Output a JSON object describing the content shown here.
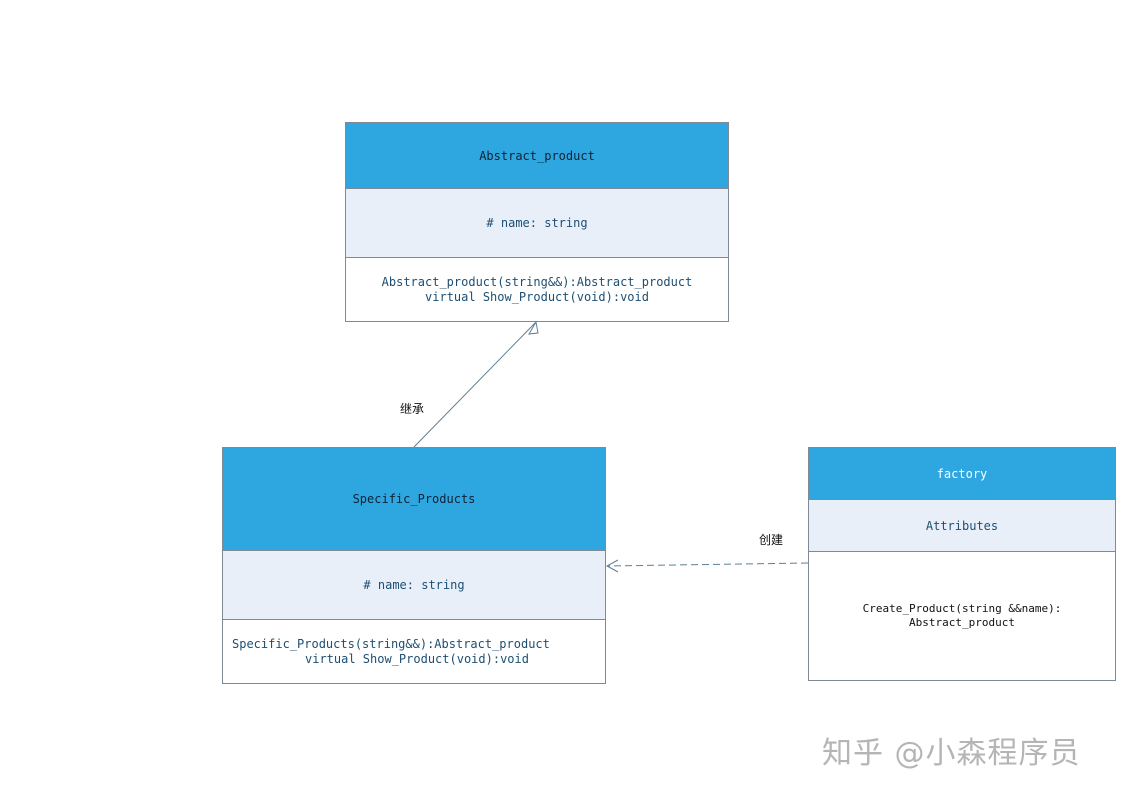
{
  "classes": {
    "abstract": {
      "name": "Abstract_product",
      "attributes": "# name: string",
      "operations": [
        "Abstract_product(string&&):Abstract_product",
        "virtual Show_Product(void):void"
      ]
    },
    "specific": {
      "name": "Specific_Products",
      "attributes": "# name: string",
      "operations": [
        "Specific_Products(string&&):Abstract_product",
        "virtual Show_Product(void):void"
      ]
    },
    "factory": {
      "name": "factory",
      "attributes": "Attributes",
      "operations": [
        "Create_Product(string &&name):",
        "Abstract_product"
      ]
    }
  },
  "relations": {
    "inherit_label": "继承",
    "create_label": "创建"
  },
  "colors": {
    "header": "#2ea7e0",
    "attributes_bg": "#e8eff8",
    "border": "#7f8a96",
    "connector": "#5f7f94"
  },
  "watermark": "知乎 @小森程序员"
}
